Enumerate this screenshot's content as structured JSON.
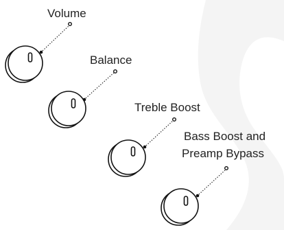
{
  "controls": [
    {
      "id": "volume",
      "label": "Volume"
    },
    {
      "id": "balance",
      "label": "Balance"
    },
    {
      "id": "treble",
      "label": "Treble Boost"
    },
    {
      "id": "bass",
      "label_lines": [
        "Bass Boost and",
        "Preamp Bypass"
      ]
    }
  ],
  "colors": {
    "ink": "#111111",
    "text": "#222222",
    "watermark": "#f4f4f4",
    "background": "#ffffff"
  }
}
